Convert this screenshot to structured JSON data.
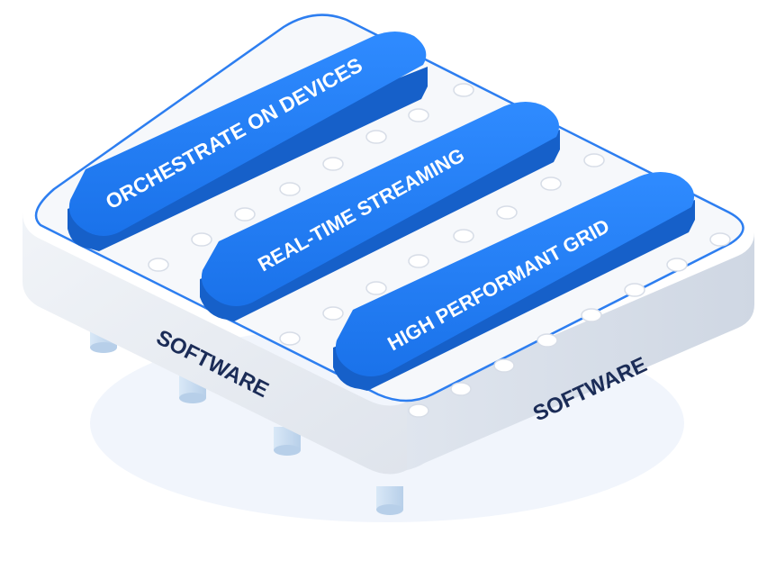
{
  "bars": [
    {
      "label": "ORCHESTRATE ON DEVICES"
    },
    {
      "label": "REAL-TIME STREAMING"
    },
    {
      "label": "HIGH PERFORMANT GRID"
    }
  ],
  "sides": {
    "left_label": "SOFTWARE",
    "right_label": "SOFTWARE"
  },
  "colors": {
    "bar_top": "#1f7bf0",
    "bar_side": "#1660c9",
    "platform_top": "#f6f8fb",
    "platform_outline": "#2d7ef0",
    "platform_wall": "#e6eaf1",
    "peg": "#dfe4ec",
    "leg": "#c9def4",
    "side_text": "#1b2c57"
  }
}
